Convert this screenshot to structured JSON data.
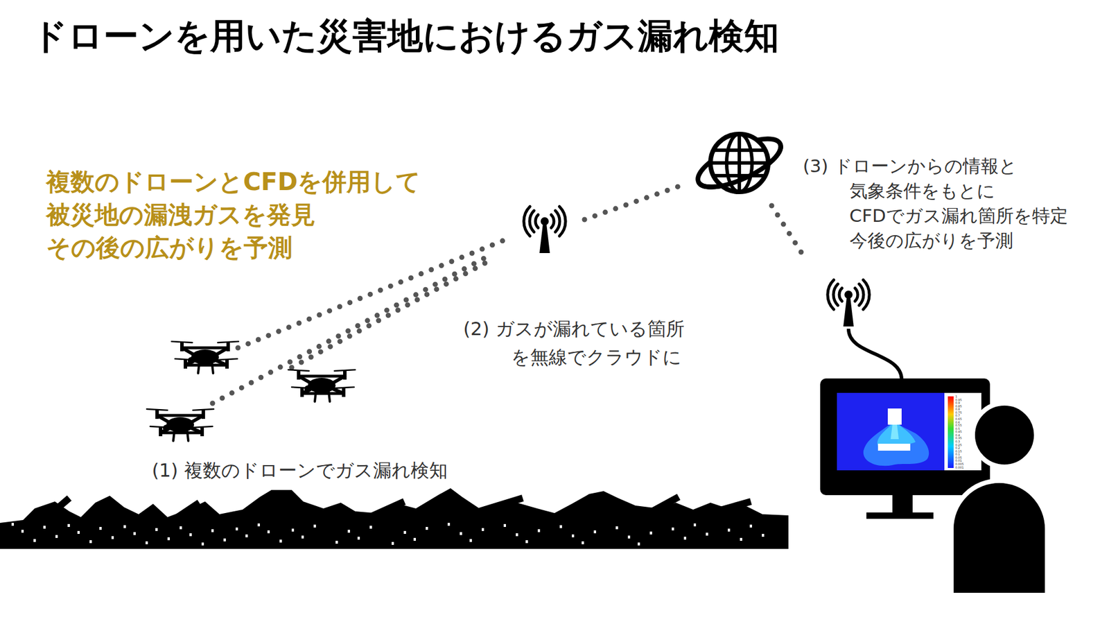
{
  "diagram": {
    "title": "ドローンを用いた災害地におけるガス漏れ検知",
    "labels": [
      "複数のドローンとCFDを併用して 被災地の漏洩ガスを発見 その後の広がりを予測",
      "(2) ガスが漏れている箇所 を無線でクラウドに",
      "(3) ドローンからの情報と 気象条件をもとに CFDでガス漏れ箇所を特定 今後の広がりを予測",
      "(1) 複数のドローンでガス漏れ検知",
      "1",
      "0.95",
      "0.9",
      "0.85",
      "0.8",
      "0.75",
      "0.7",
      "0.65",
      "0.6",
      "0.55",
      "0.5",
      "0.45",
      "0.4",
      "0.35",
      "0.3",
      "0.25",
      "0.2",
      "0.15",
      "0.1",
      "0.05",
      "0.01",
      "0.005",
      "0.001"
    ]
  }
}
